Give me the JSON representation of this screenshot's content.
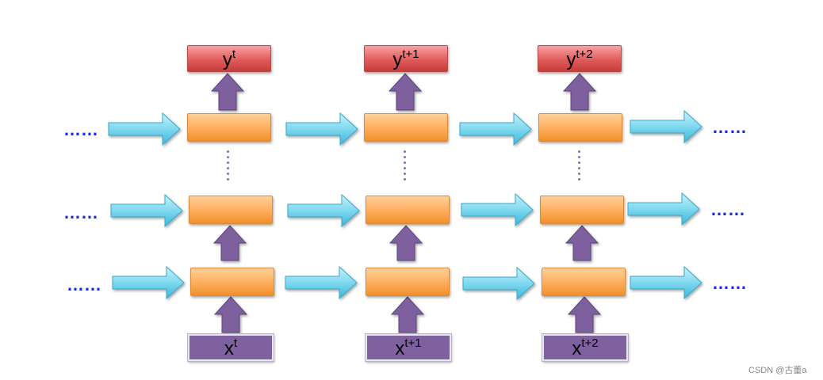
{
  "outputs": [
    {
      "base": "y",
      "sup": "t"
    },
    {
      "base": "y",
      "sup": "t+1"
    },
    {
      "base": "y",
      "sup": "t+2"
    }
  ],
  "inputs": [
    {
      "base": "x",
      "sup": "t"
    },
    {
      "base": "x",
      "sup": "t+1"
    },
    {
      "base": "x",
      "sup": "t+2"
    }
  ],
  "continuation": "……",
  "watermark": "CSDN @古董a",
  "colors": {
    "cell": "#ffad5a",
    "output_box": "#e25b5b",
    "input_box": "#7f619f",
    "recurrent_arrow": "#7fd8ee",
    "vertical_arrow": "#7f619f",
    "ellipsis": "#1a2bdc"
  }
}
